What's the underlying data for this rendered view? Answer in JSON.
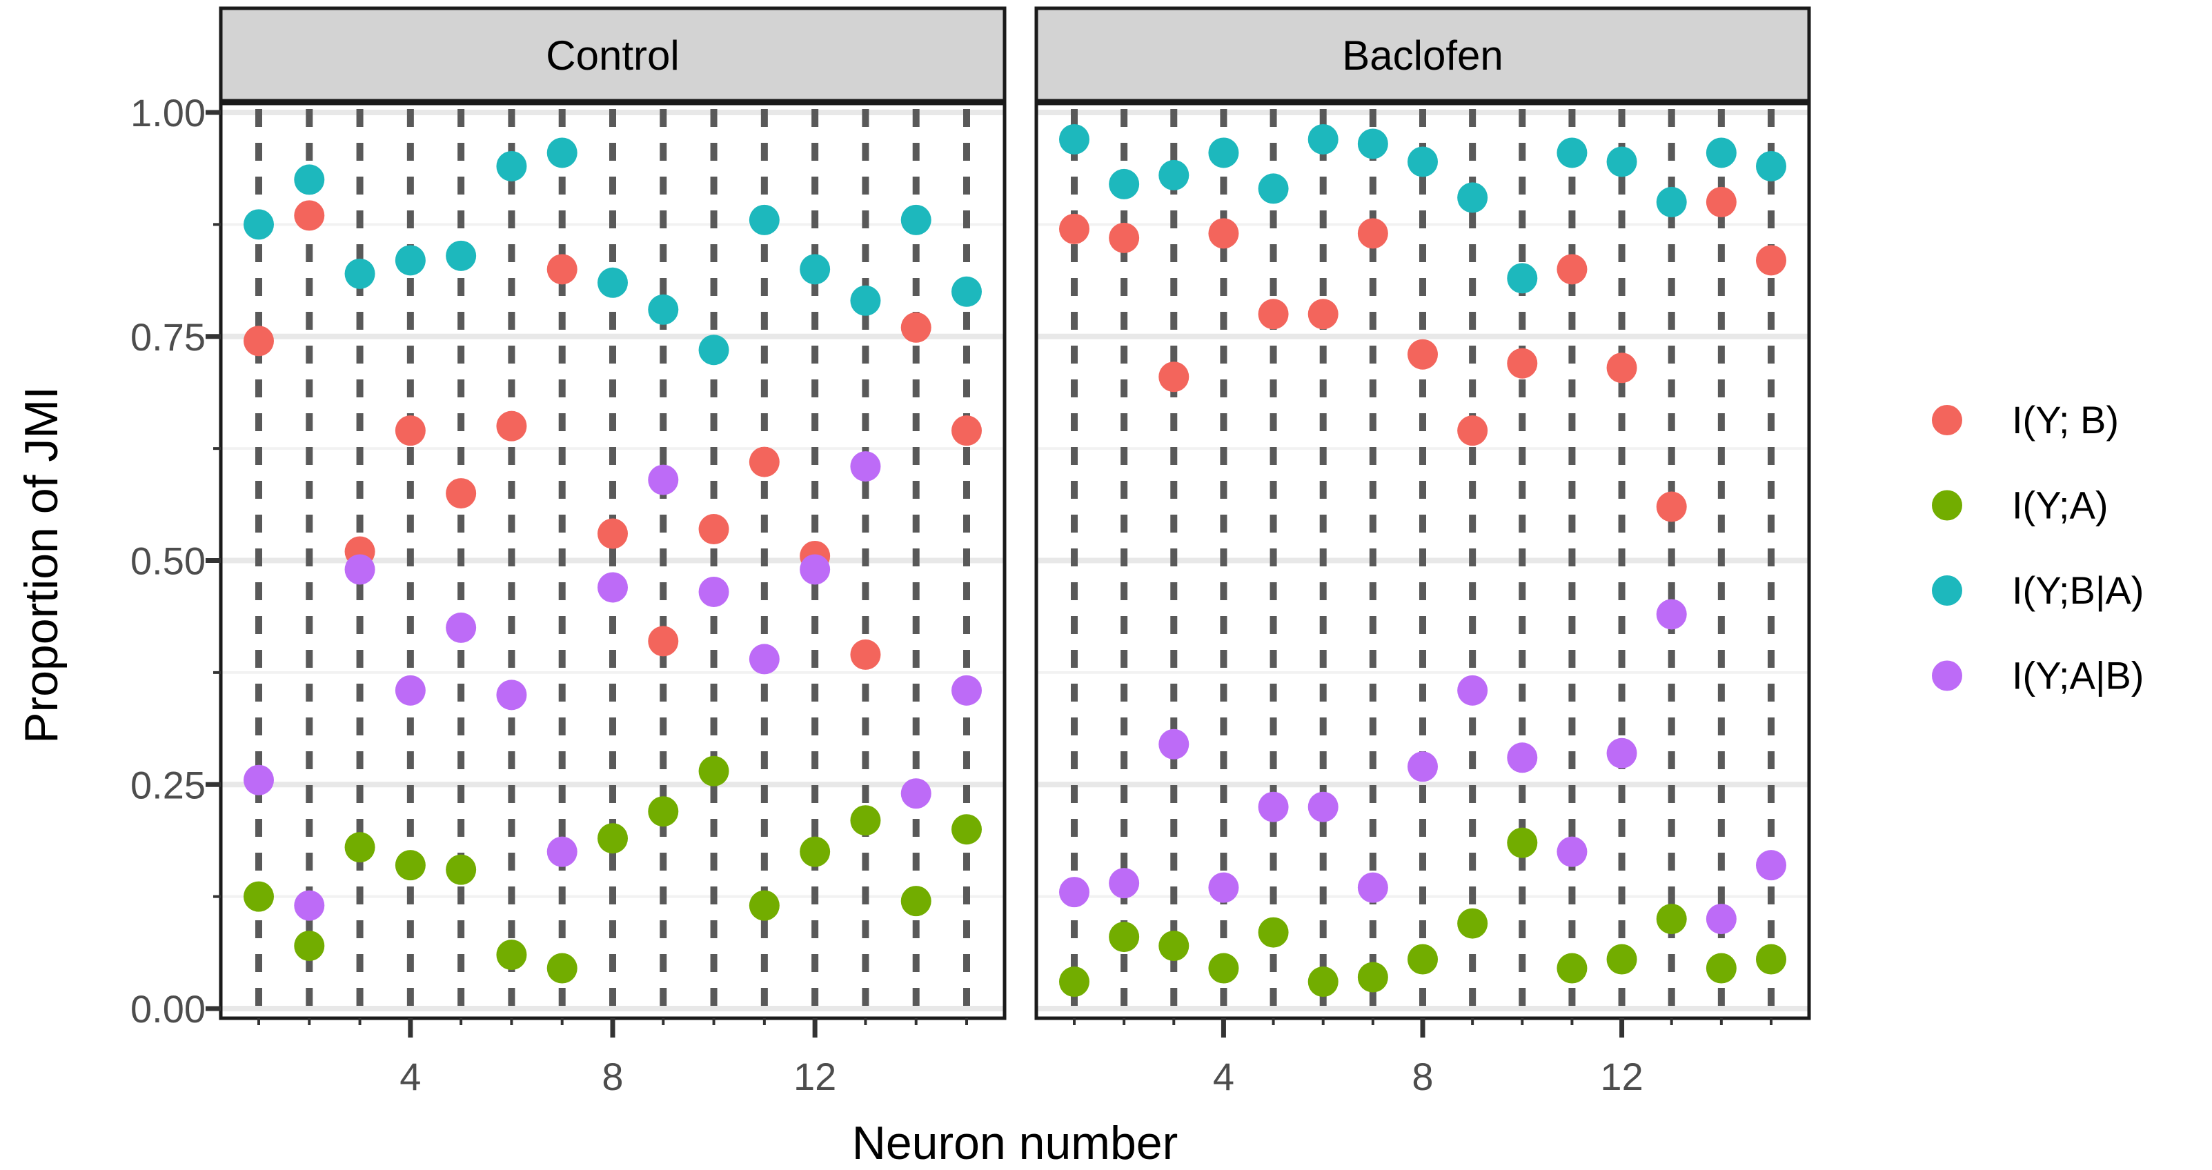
{
  "figure": {
    "y_axis_title": "Proportion of JMI",
    "x_axis_title": "Neuron number"
  },
  "legend": {
    "position": "right",
    "items": [
      {
        "label": "I(Y; B)",
        "color": "#F3655C"
      },
      {
        "label": "I(Y;A)",
        "color": "#72AD00"
      },
      {
        "label": "I(Y;B|A)",
        "color": "#1DB8BD"
      },
      {
        "label": "I(Y;A|B)",
        "color": "#BD6BF7"
      }
    ]
  },
  "chart_data": {
    "type": "scatter",
    "title": "",
    "xlabel": "Neuron number",
    "ylabel": "Proportion of JMI",
    "x": [
      1,
      2,
      3,
      4,
      5,
      6,
      7,
      8,
      9,
      10,
      11,
      12,
      13,
      14,
      15
    ],
    "x_tick_values": [
      4,
      8,
      12
    ],
    "x_tick_labels": [
      "4",
      "8",
      "12"
    ],
    "y_tick_values": [
      1.0,
      0.75,
      0.5,
      0.25,
      0.0
    ],
    "y_tick_labels": [
      "1.00",
      "0.75",
      "0.50",
      "0.25",
      "0.00"
    ],
    "y_minor_tick_values": [
      0.875,
      0.625,
      0.375,
      0.125
    ],
    "ylim": [
      0.0,
      1.0
    ],
    "grid": "horizontal major and minor gridlines; dashed vertical guide at every neuron",
    "legend_position": "right",
    "facets": [
      {
        "label": "Control",
        "series": [
          {
            "name": "I(Y; B)",
            "color": "#F3655C",
            "values": [
              0.745,
              0.885,
              0.51,
              0.645,
              0.575,
              0.65,
              0.825,
              0.53,
              0.41,
              0.535,
              0.61,
              0.505,
              0.395,
              0.76,
              0.645
            ]
          },
          {
            "name": "I(Y;A)",
            "color": "#72AD00",
            "values": [
              0.125,
              0.07,
              0.18,
              0.16,
              0.155,
              0.06,
              0.045,
              0.19,
              0.22,
              0.265,
              0.115,
              0.175,
              0.21,
              0.12,
              0.2
            ]
          },
          {
            "name": "I(Y;B|A)",
            "color": "#1DB8BD",
            "values": [
              0.875,
              0.925,
              0.82,
              0.835,
              0.84,
              0.94,
              0.955,
              0.81,
              0.78,
              0.735,
              0.88,
              0.825,
              0.79,
              0.88,
              0.8
            ]
          },
          {
            "name": "I(Y;A|B)",
            "color": "#BD6BF7",
            "values": [
              0.255,
              0.115,
              0.49,
              0.355,
              0.425,
              0.35,
              0.175,
              0.47,
              0.59,
              0.465,
              0.39,
              0.49,
              0.605,
              0.24,
              0.355
            ]
          }
        ]
      },
      {
        "label": "Baclofen",
        "series": [
          {
            "name": "I(Y; B)",
            "color": "#F3655C",
            "values": [
              0.87,
              0.86,
              0.705,
              0.865,
              0.775,
              0.775,
              0.865,
              0.73,
              0.645,
              0.72,
              0.825,
              0.715,
              0.56,
              0.9,
              0.835
            ]
          },
          {
            "name": "I(Y;A)",
            "color": "#72AD00",
            "values": [
              0.03,
              0.08,
              0.07,
              0.045,
              0.085,
              0.03,
              0.035,
              0.055,
              0.095,
              0.185,
              0.045,
              0.055,
              0.1,
              0.045,
              0.055
            ]
          },
          {
            "name": "I(Y;B|A)",
            "color": "#1DB8BD",
            "values": [
              0.97,
              0.92,
              0.93,
              0.955,
              0.915,
              0.97,
              0.965,
              0.945,
              0.905,
              0.815,
              0.955,
              0.945,
              0.9,
              0.955,
              0.94
            ]
          },
          {
            "name": "I(Y;A|B)",
            "color": "#BD6BF7",
            "values": [
              0.13,
              0.14,
              0.295,
              0.135,
              0.225,
              0.225,
              0.135,
              0.27,
              0.355,
              0.28,
              0.175,
              0.285,
              0.44,
              0.1,
              0.16
            ]
          }
        ]
      }
    ]
  },
  "style_colors": {
    "strip_background": "#D3D3D3",
    "panel_border": "#1A1A1A",
    "grid_major": "#E8E8E8",
    "grid_minor": "#F2F2F2",
    "dashed_guide": "#595959",
    "tick_mark": "#333333",
    "tick_label": "#4D4D4D"
  }
}
